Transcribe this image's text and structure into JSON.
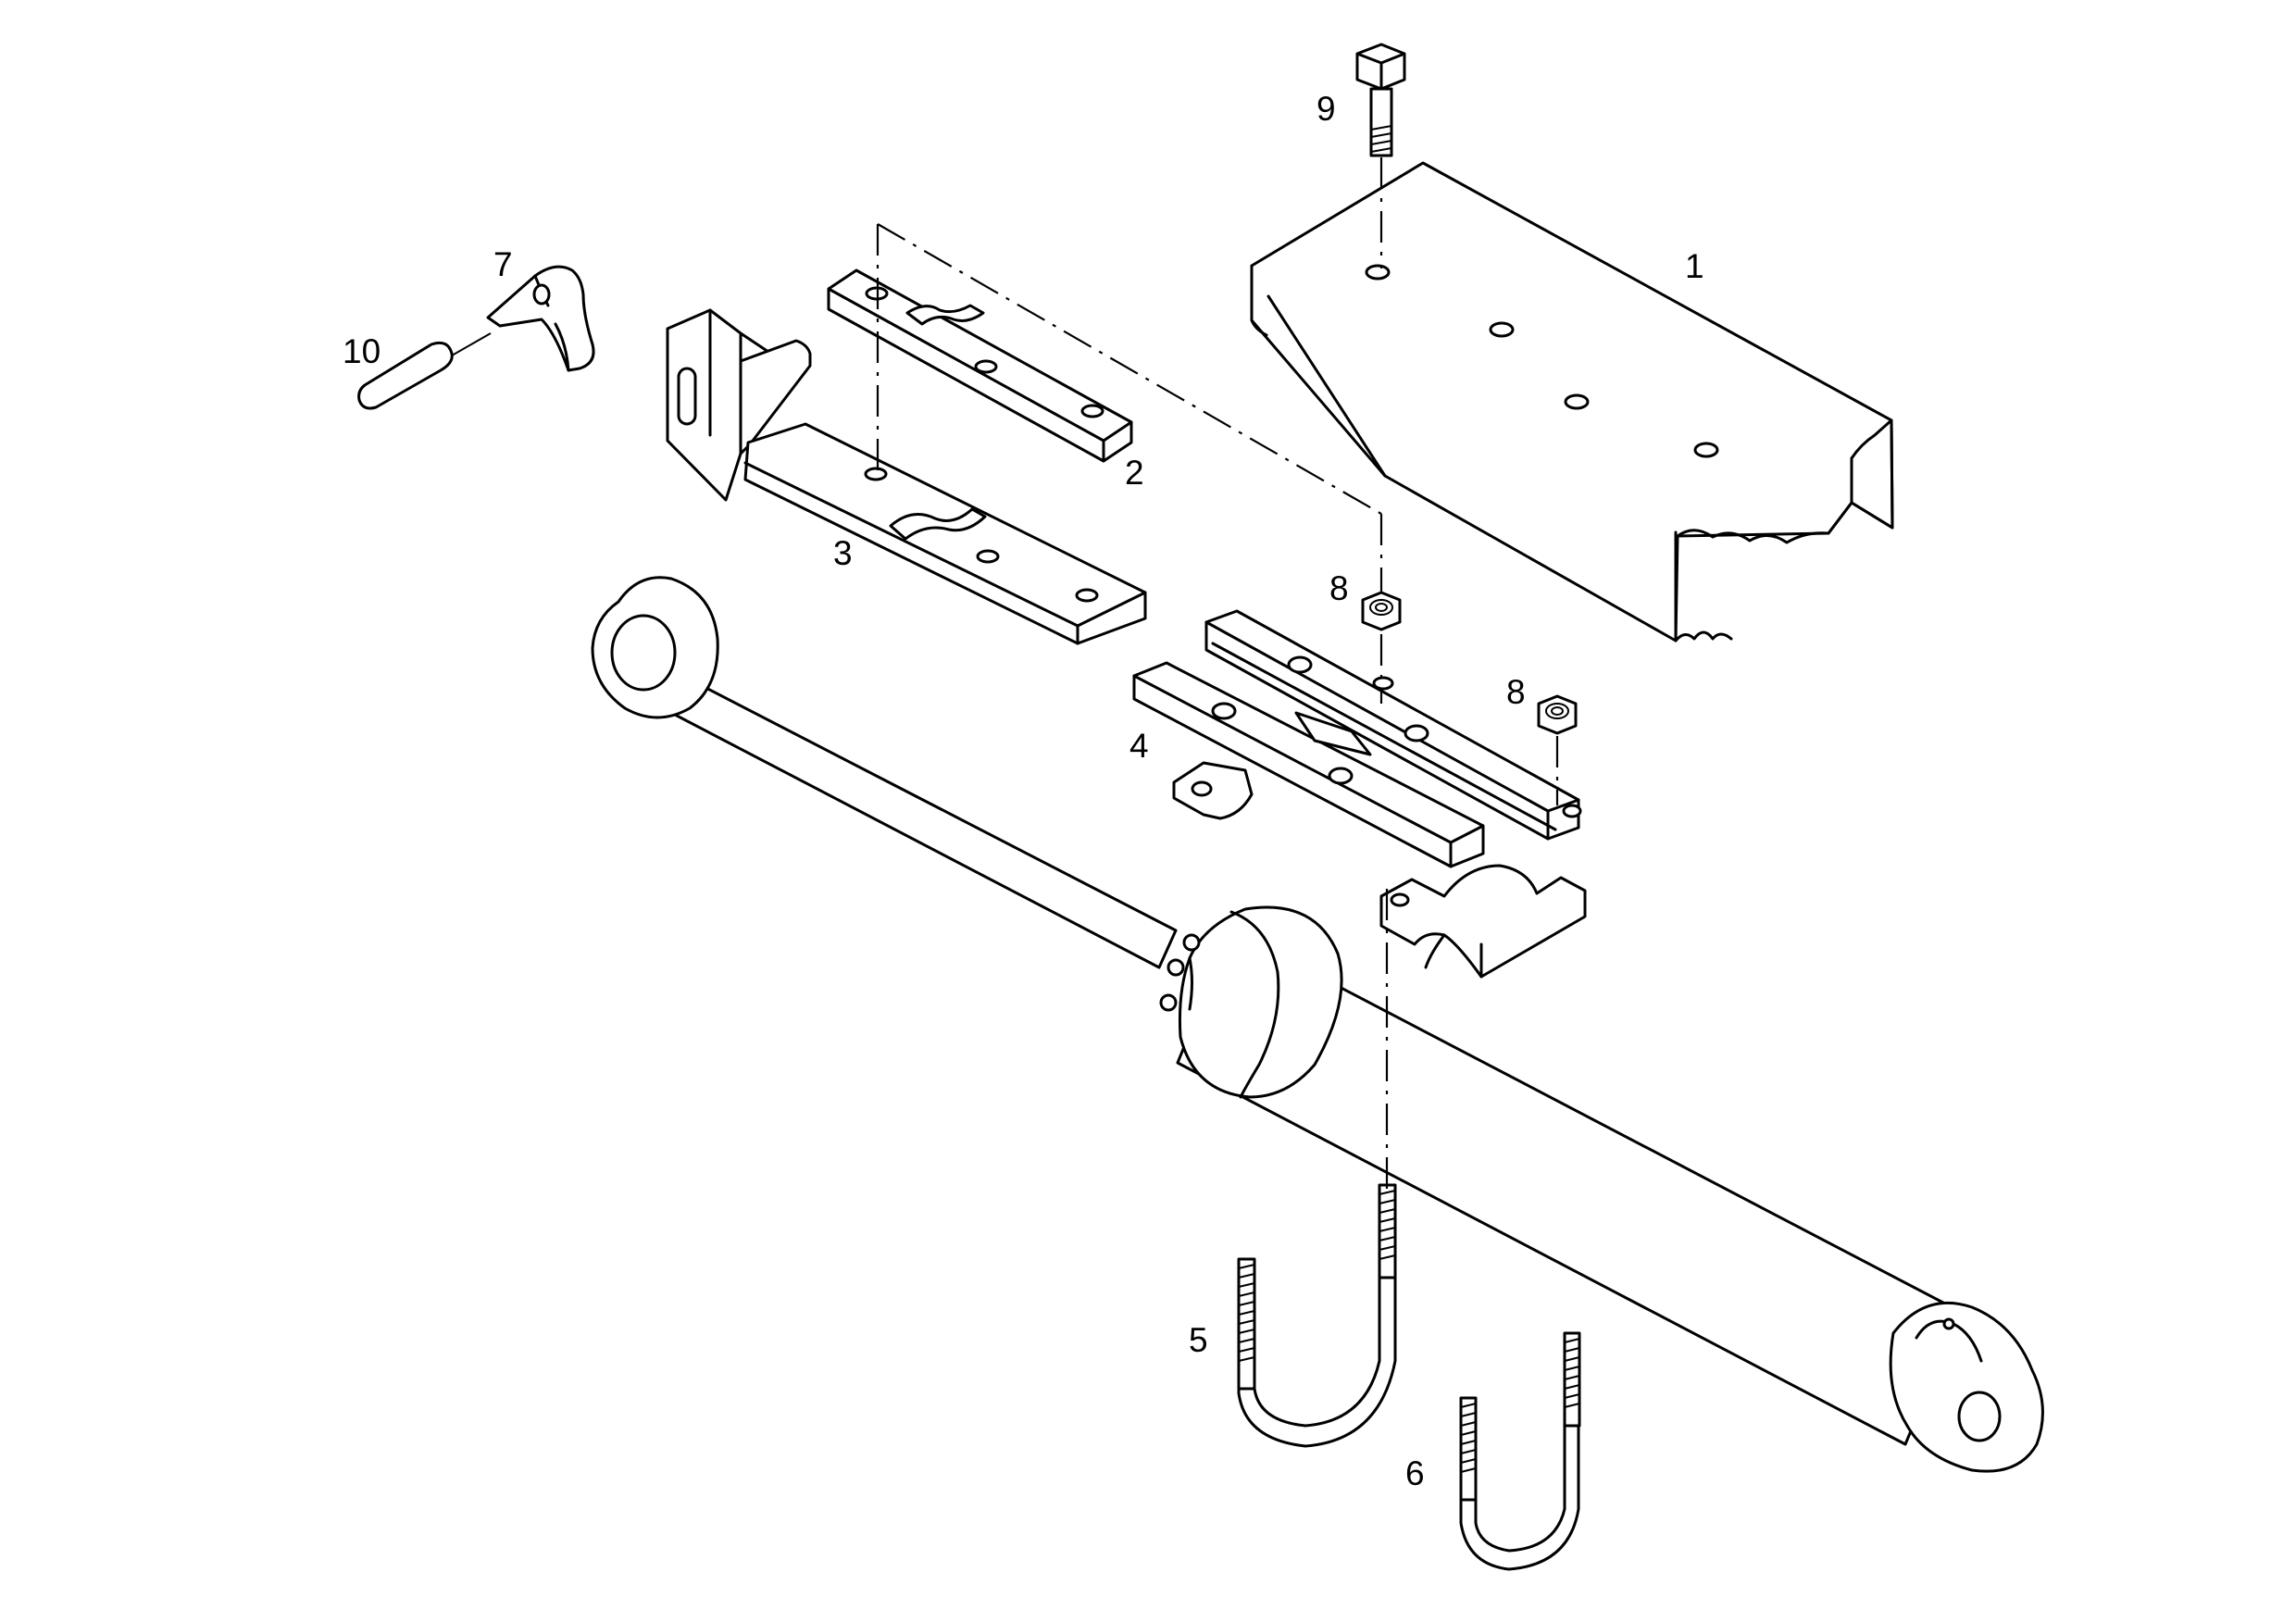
{
  "diagram": {
    "callouts": [
      "1",
      "2",
      "3",
      "4",
      "5",
      "6",
      "7",
      "8",
      "8",
      "9",
      "10"
    ]
  }
}
